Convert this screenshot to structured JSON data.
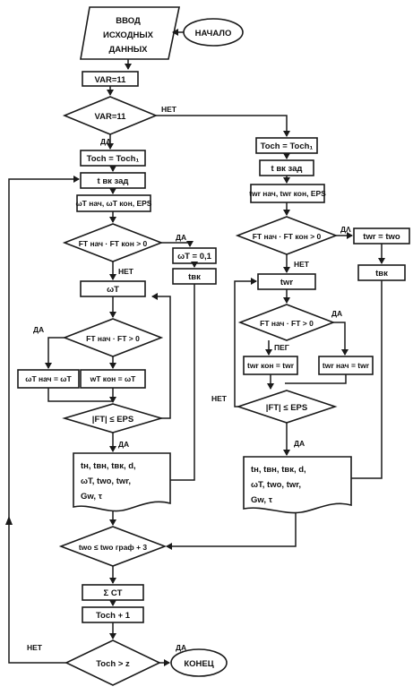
{
  "blocks": {
    "input_line1": "ВВОД",
    "input_line2": "ИСХОДНЫХ",
    "input_line3": "ДАННЫХ",
    "start": "НАЧАЛО",
    "var_assign": "VAR=11",
    "var_check": "VAR=11",
    "toch_left": "Toch = Toch₁",
    "tvk_zad_left": "t вк зад",
    "omega_range": "ωT нач, ωT кон, EPS",
    "f_product_left": "FT нач · FT кон > 0",
    "omega_const": "ωT = 0,1",
    "tvk_left": "tвк",
    "omega_calc": "ωT",
    "f_check_left": "FT нач · FT > 0",
    "omega_nach_assign": "ωT нач = ωT",
    "w_kon_assign": "wT кон = ωT",
    "abs_f_left": "|FT| ≤ EPS",
    "out_left_1": "tн, tвн, tвк, d,",
    "out_left_2": "ωT, twо, twr,",
    "out_left_3": "Gw, τ",
    "toch_right": "Toch = Toch₁",
    "tvk_zad_right": "t вк зад",
    "twr_range": "twr нач, twr кон, EPS",
    "f_product_right": "FT нач · FT кон > 0",
    "twr_assign": "twr = twо",
    "tvk_right": "tвк",
    "twr_calc": "twr",
    "f_check_right": "FT нач · FT > 0",
    "twr_kon_assign": "twr кон = twr",
    "twr_nach_assign": "twr нач = twr",
    "abs_f_right": "|FT| ≤ EPS",
    "out_right_1": "tн, tвн, tвк, d,",
    "out_right_2": "ωT, twо, twr,",
    "out_right_3": "Gw, τ",
    "two_check": "twо ≤ twо граф + 3",
    "sum_c": "Σ CT",
    "toch_inc": "Toch + 1",
    "toch_check": "Toch > z",
    "end": "КОНЕЦ"
  },
  "labels": {
    "yes": "ДА",
    "no": "НЕТ",
    "yes_alt": "ДΛ",
    "no_alt": "ΠΕΓ"
  }
}
